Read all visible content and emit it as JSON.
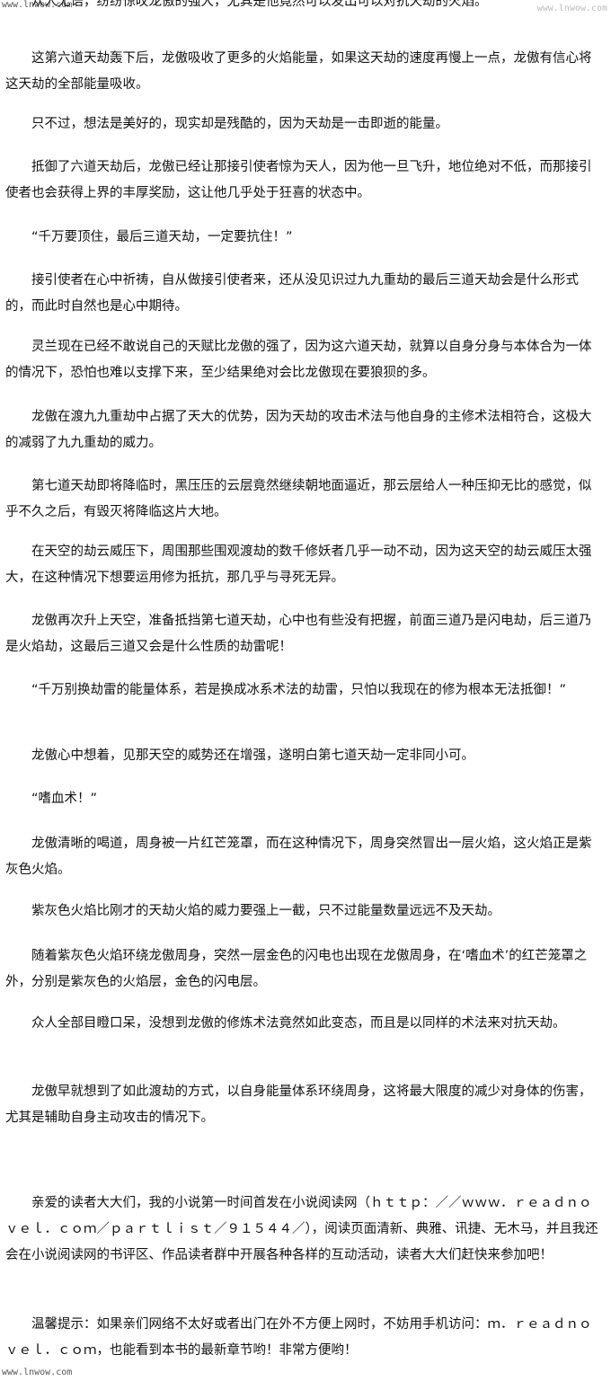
{
  "watermarks": {
    "top_left": "www.lnwow.com",
    "top_right": "www.lnwow.com",
    "bottom_left": "www.lnwow.com"
  },
  "paragraphs": [
    "众人无语，纷纷惊叹龙傲的强大，尤其是他竟然可以发出可以对抗天劫的火焰。",
    "这第六道天劫轰下后，龙傲吸收了更多的火焰能量，如果这天劫的速度再慢上一点，龙傲有信心将这天劫的全部能量吸收。",
    "只不过，想法是美好的，现实却是残酷的，因为天劫是一击即逝的能量。",
    "抵御了六道天劫后，龙傲已经让那接引使者惊为天人，因为他一旦飞升，地位绝对不低，而那接引使者也会获得上界的丰厚奖励，这让他几乎处于狂喜的状态中。",
    "“千万要顶住，最后三道天劫，一定要抗住！”",
    "接引使者在心中祈祷，自从做接引使者来，还从没见识过九九重劫的最后三道天劫会是什么形式的，而此时自然也是心中期待。",
    "灵兰现在已经不敢说自己的天赋比龙傲的强了，因为这六道天劫，就算以自身分身与本体合为一体的情况下，恐怕也难以支撑下来，至少结果绝对会比龙傲现在要狼狈的多。",
    "龙傲在渡九九重劫中占据了天大的优势，因为天劫的攻击术法与他自身的主修术法相符合，这极大的减弱了九九重劫的威力。",
    "第七道天劫即将降临时，黑压压的云层竟然继续朝地面逼近，那云层给人一种压抑无比的感觉，似乎不久之后，有毁灭将降临这片大地。",
    "在天空的劫云威压下，周围那些围观渡劫的数千修妖者几乎一动不动，因为这天空的劫云威压太强大，在这种情况下想要运用修为抵抗，那几乎与寻死无异。",
    "龙傲再次升上天空，准备抵挡第七道天劫，心中也有些没有把握，前面三道乃是闪电劫，后三道乃是火焰劫，这最后三道又会是什么性质的劫雷呢！",
    "“千万别换劫雷的能量体系，若是换成冰系术法的劫雷，只怕以我现在的修为根本无法抵御！”",
    "龙傲心中想着，见那天空的威势还在增强，遂明白第七道天劫一定非同小可。",
    "“嗜血术！”",
    "龙傲清晰的喝道，周身被一片红芒笼罩，而在这种情况下，周身突然冒出一层火焰，这火焰正是紫灰色火焰。",
    "紫灰色火焰比刚才的天劫火焰的威力要强上一截，只不过能量数量远远不及天劫。",
    "随着紫灰色火焰环绕龙傲周身，突然一层金色的闪电也出现在龙傲周身，在‘嗜血术’的红芒笼罩之外，分别是紫灰色的火焰层，金色的闪电层。",
    "众人全部目瞪口呆，没想到龙傲的修炼术法竟然如此变态，而且是以同样的术法来对抗天劫。",
    "龙傲早就想到了如此渡劫的方式，以自身能量体系环绕周身，这将最大限度的减少对身体的伤害，尤其是辅助自身主动攻击的情况下。"
  ],
  "footer": {
    "promo": "亲爱的读者大大们，我的小说第一时间首发在小说阅读网（ｈｔｔｐ：／／ｗｗｗ．ｒｅａｄｎｏｖｅｌ．ｃｏｍ／ｐａｒｔｌｉｓｔ／９１５４４／），阅读页面清新、典雅、讯捷、无木马，并且我还会在小说阅读网的书评区、作品读者群中开展各种各样的互动活动，读者大大们赶快来参加吧！",
    "tip": "温馨提示：如果亲们网络不太好或者出门在外不方便上网时，不妨用手机访问：ｍ．ｒｅａｄｎｏｖｅｌ．ｃｏｍ，也能看到本书的最新章节哟！非常方便哟！"
  }
}
